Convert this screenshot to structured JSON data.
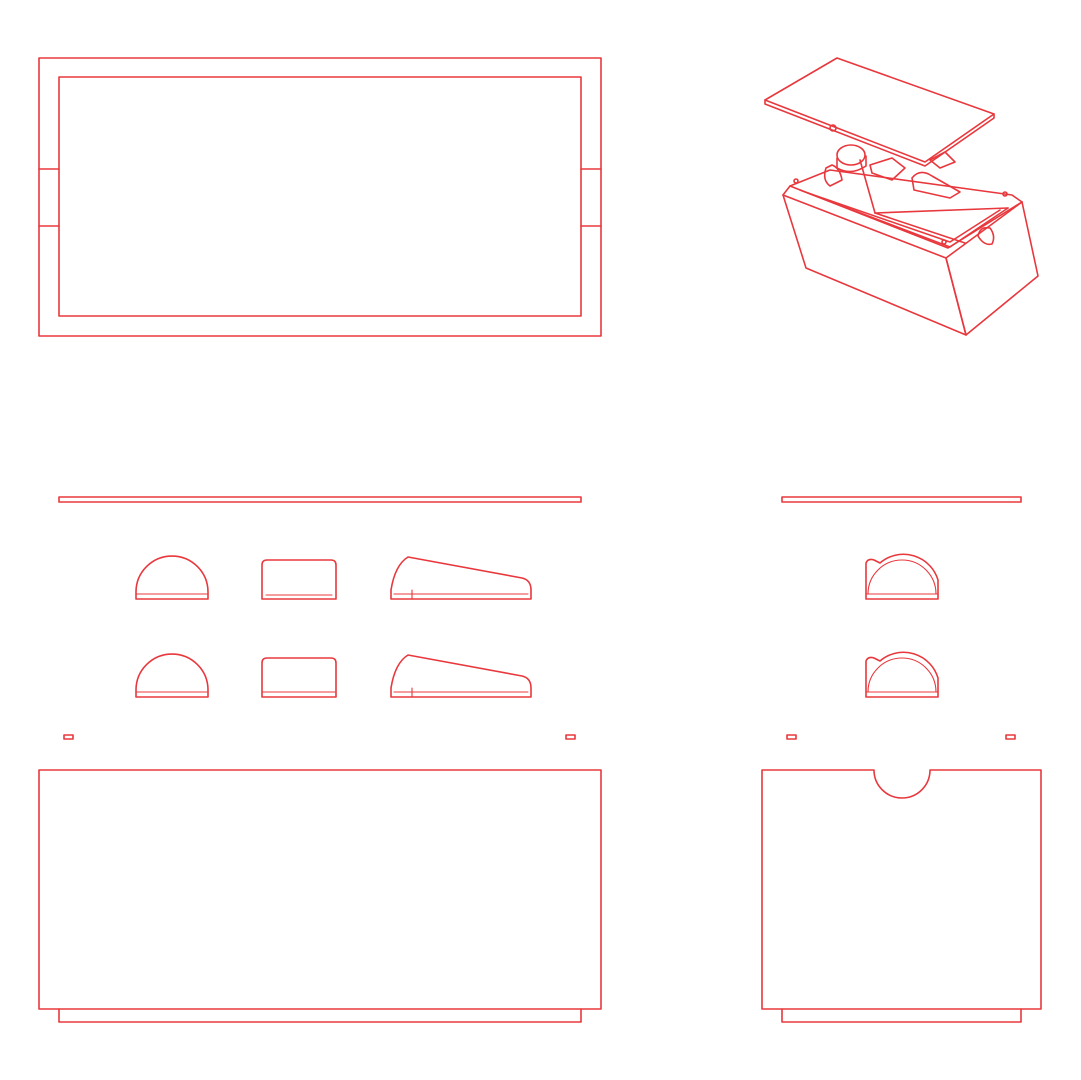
{
  "drawing": {
    "line_color": "#e8383d",
    "background": "#ffffff",
    "parts": [
      {
        "name": "lid-top-view",
        "icon": "lid-plan-outline"
      },
      {
        "name": "box-isometric-view",
        "icon": "isometric-assembly"
      },
      {
        "name": "lid-side-profile",
        "icon": "thin-panel"
      },
      {
        "name": "lid-end-profile",
        "icon": "thin-panel"
      },
      {
        "name": "round-support-piece",
        "icon": "half-round"
      },
      {
        "name": "rectangular-support-piece",
        "icon": "rounded-block"
      },
      {
        "name": "wedge-support-piece",
        "icon": "wedge"
      },
      {
        "name": "box-front-panel",
        "icon": "rectangle-panel"
      },
      {
        "name": "box-end-panel",
        "icon": "notched-panel"
      }
    ]
  }
}
